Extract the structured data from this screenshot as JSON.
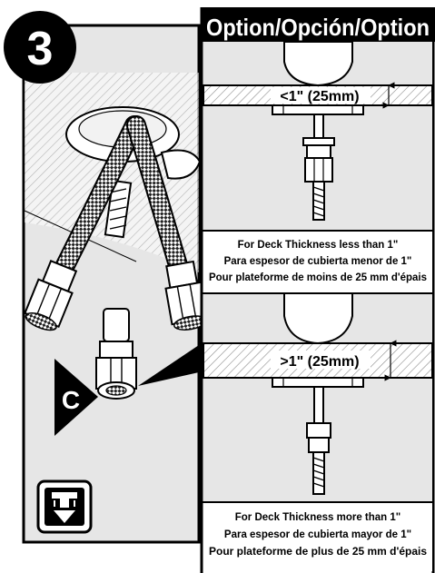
{
  "step": {
    "number": "3",
    "callout_letter": "C"
  },
  "header": {
    "title": "Option/Opción/Option"
  },
  "panel_thin": {
    "measurement": "<1\" (25mm)",
    "caption": [
      "For Deck Thickness less than 1\"",
      "Para espesor de cubierta menor de 1\"",
      "Pour plateforme de moins de 25 mm d'épais"
    ]
  },
  "panel_thick": {
    "measurement": ">1\" (25mm)",
    "caption": [
      "For Deck Thickness more than 1\"",
      "Para espesor de cubierta mayor de 1\"",
      "Pour plateforme de plus de 25 mm d'épais"
    ]
  },
  "icons": {
    "step": "tighten-connection-icon",
    "callout": "callout-c-pointer"
  },
  "colors": {
    "ink": "#000000",
    "panel_bg": "#e6e6e6",
    "paper": "#ffffff",
    "hatch": "#9a9a9a"
  }
}
